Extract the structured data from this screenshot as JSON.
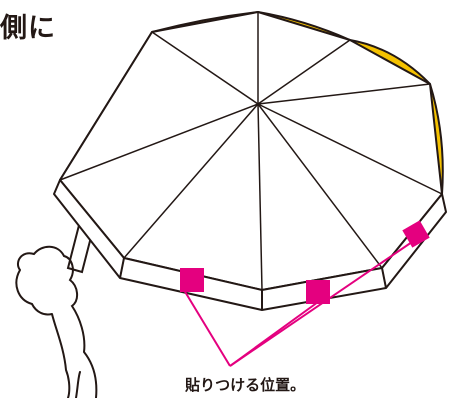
{
  "heading_text": "側に",
  "caption_text": "貼りつける位置。",
  "colors": {
    "umbrella_lining": "#F5C200",
    "marker": "#E4007F",
    "pointer_line": "#E4007F",
    "outline": "#231815",
    "canopy": "#ffffff"
  },
  "icons": {
    "umbrella": "open-umbrella-underside",
    "hand": "hand-holding-handle"
  },
  "marker_count": 3
}
